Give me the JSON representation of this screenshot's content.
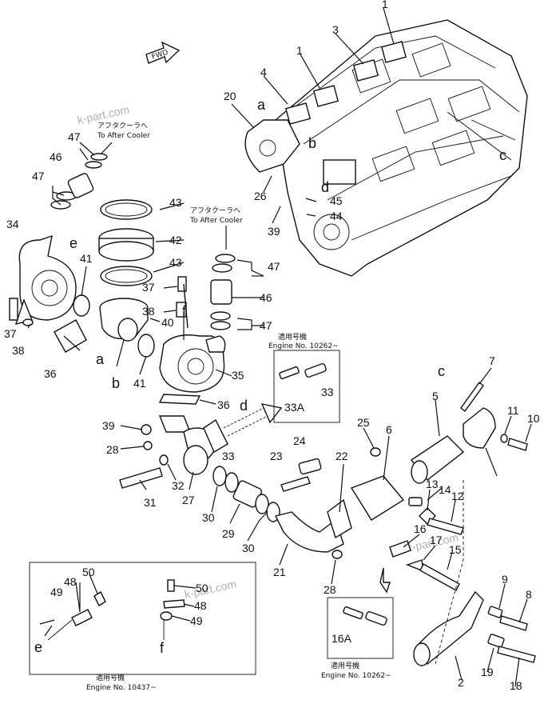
{
  "direction": "FWD",
  "watermark": "k-part.com",
  "notes": {
    "after_cooler_jp": "アフタクーラへ",
    "after_cooler_en": "To After Cooler",
    "applicable_jp": "適用号機",
    "engine_10262": "Engine No. 10262~",
    "engine_10437": "Engine No. 10437~"
  },
  "callouts": [
    "1",
    "1",
    "2",
    "3",
    "4",
    "5",
    "6",
    "7",
    "8",
    "9",
    "10",
    "11",
    "12",
    "13",
    "14",
    "15",
    "16",
    "16A",
    "17",
    "18",
    "19",
    "20",
    "21",
    "22",
    "23",
    "24",
    "25",
    "26",
    "27",
    "28",
    "28",
    "29",
    "30",
    "30",
    "31",
    "32",
    "33",
    "33",
    "33A",
    "34",
    "35",
    "36",
    "36",
    "37",
    "37",
    "38",
    "38",
    "39",
    "39",
    "40",
    "41",
    "41",
    "42",
    "43",
    "43",
    "44",
    "45",
    "46",
    "46",
    "47",
    "47",
    "47",
    "47",
    "48",
    "48",
    "49",
    "49",
    "50",
    "50"
  ],
  "letters": [
    "a",
    "a",
    "b",
    "b",
    "c",
    "c",
    "d",
    "d",
    "e",
    "e",
    "f",
    "f"
  ]
}
